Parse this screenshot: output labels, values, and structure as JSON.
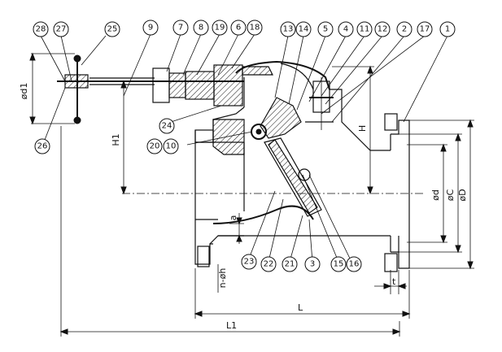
{
  "balloons": [
    {
      "id": "b28",
      "label": "28"
    },
    {
      "id": "b27",
      "label": "27"
    },
    {
      "id": "b25",
      "label": "25"
    },
    {
      "id": "b9",
      "label": "9"
    },
    {
      "id": "b7",
      "label": "7"
    },
    {
      "id": "b8",
      "label": "8"
    },
    {
      "id": "b19",
      "label": "19"
    },
    {
      "id": "b6",
      "label": "6"
    },
    {
      "id": "b18",
      "label": "18"
    },
    {
      "id": "b13",
      "label": "13"
    },
    {
      "id": "b14",
      "label": "14"
    },
    {
      "id": "b5",
      "label": "5"
    },
    {
      "id": "b4",
      "label": "4"
    },
    {
      "id": "b11",
      "label": "11"
    },
    {
      "id": "b12",
      "label": "12"
    },
    {
      "id": "b2",
      "label": "2"
    },
    {
      "id": "b17",
      "label": "17"
    },
    {
      "id": "b1",
      "label": "1"
    },
    {
      "id": "b26",
      "label": "26"
    },
    {
      "id": "b24",
      "label": "24"
    },
    {
      "id": "b20",
      "label": "20"
    },
    {
      "id": "b10",
      "label": "10"
    },
    {
      "id": "b23",
      "label": "23"
    },
    {
      "id": "b22",
      "label": "22"
    },
    {
      "id": "b21",
      "label": "21"
    },
    {
      "id": "b3",
      "label": "3"
    },
    {
      "id": "b15",
      "label": "15"
    },
    {
      "id": "b16",
      "label": "16"
    }
  ],
  "dimensions": {
    "d1": "ød1",
    "H1": "H1",
    "H": "H",
    "d": "ød",
    "C": "øC",
    "D": "øD",
    "a": "a",
    "nh": "n-øh",
    "t": "t",
    "L": "L",
    "L1": "L1"
  }
}
